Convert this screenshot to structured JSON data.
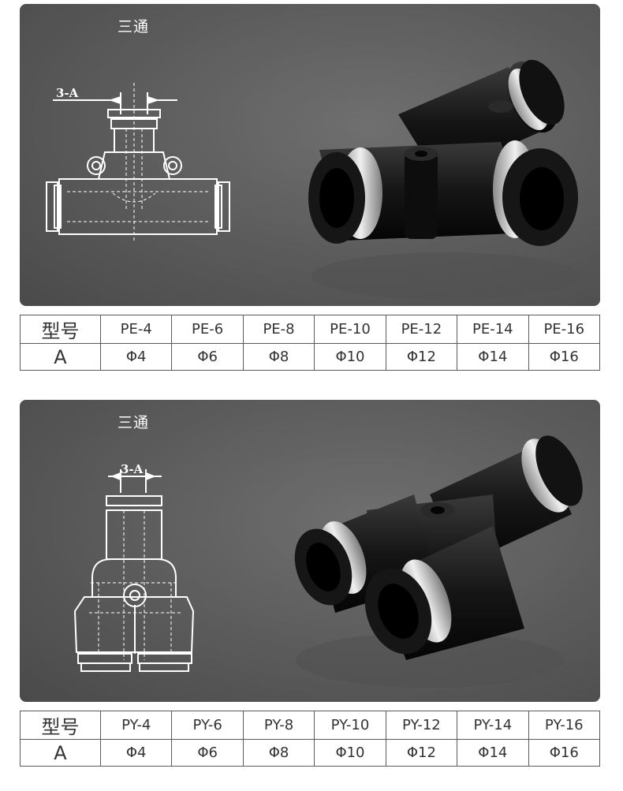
{
  "section1": {
    "title": "三通",
    "dim_label": "3-A",
    "table": {
      "header_label": "型号",
      "row_label": "A",
      "models": [
        "PE-4",
        "PE-6",
        "PE-8",
        "PE-10",
        "PE-12",
        "PE-14",
        "PE-16"
      ],
      "values": [
        "Φ4",
        "Φ6",
        "Φ8",
        "Φ10",
        "Φ12",
        "Φ14",
        "Φ16"
      ]
    }
  },
  "section2": {
    "title": "三通",
    "dim_label": "3-A",
    "table": {
      "header_label": "型号",
      "row_label": "A",
      "models": [
        "PY-4",
        "PY-6",
        "PY-8",
        "PY-10",
        "PY-12",
        "PY-14",
        "PY-16"
      ],
      "values": [
        "Φ4",
        "Φ6",
        "Φ8",
        "Φ10",
        "Φ12",
        "Φ14",
        "Φ16"
      ]
    }
  },
  "colors": {
    "panel_background": "#5f5f5f",
    "drawing_line": "#ffffff",
    "fitting_body": "#1a1a1a",
    "fitting_ring": "#c8c8c8",
    "table_border": "#5a5a5a",
    "table_text": "#333333"
  }
}
